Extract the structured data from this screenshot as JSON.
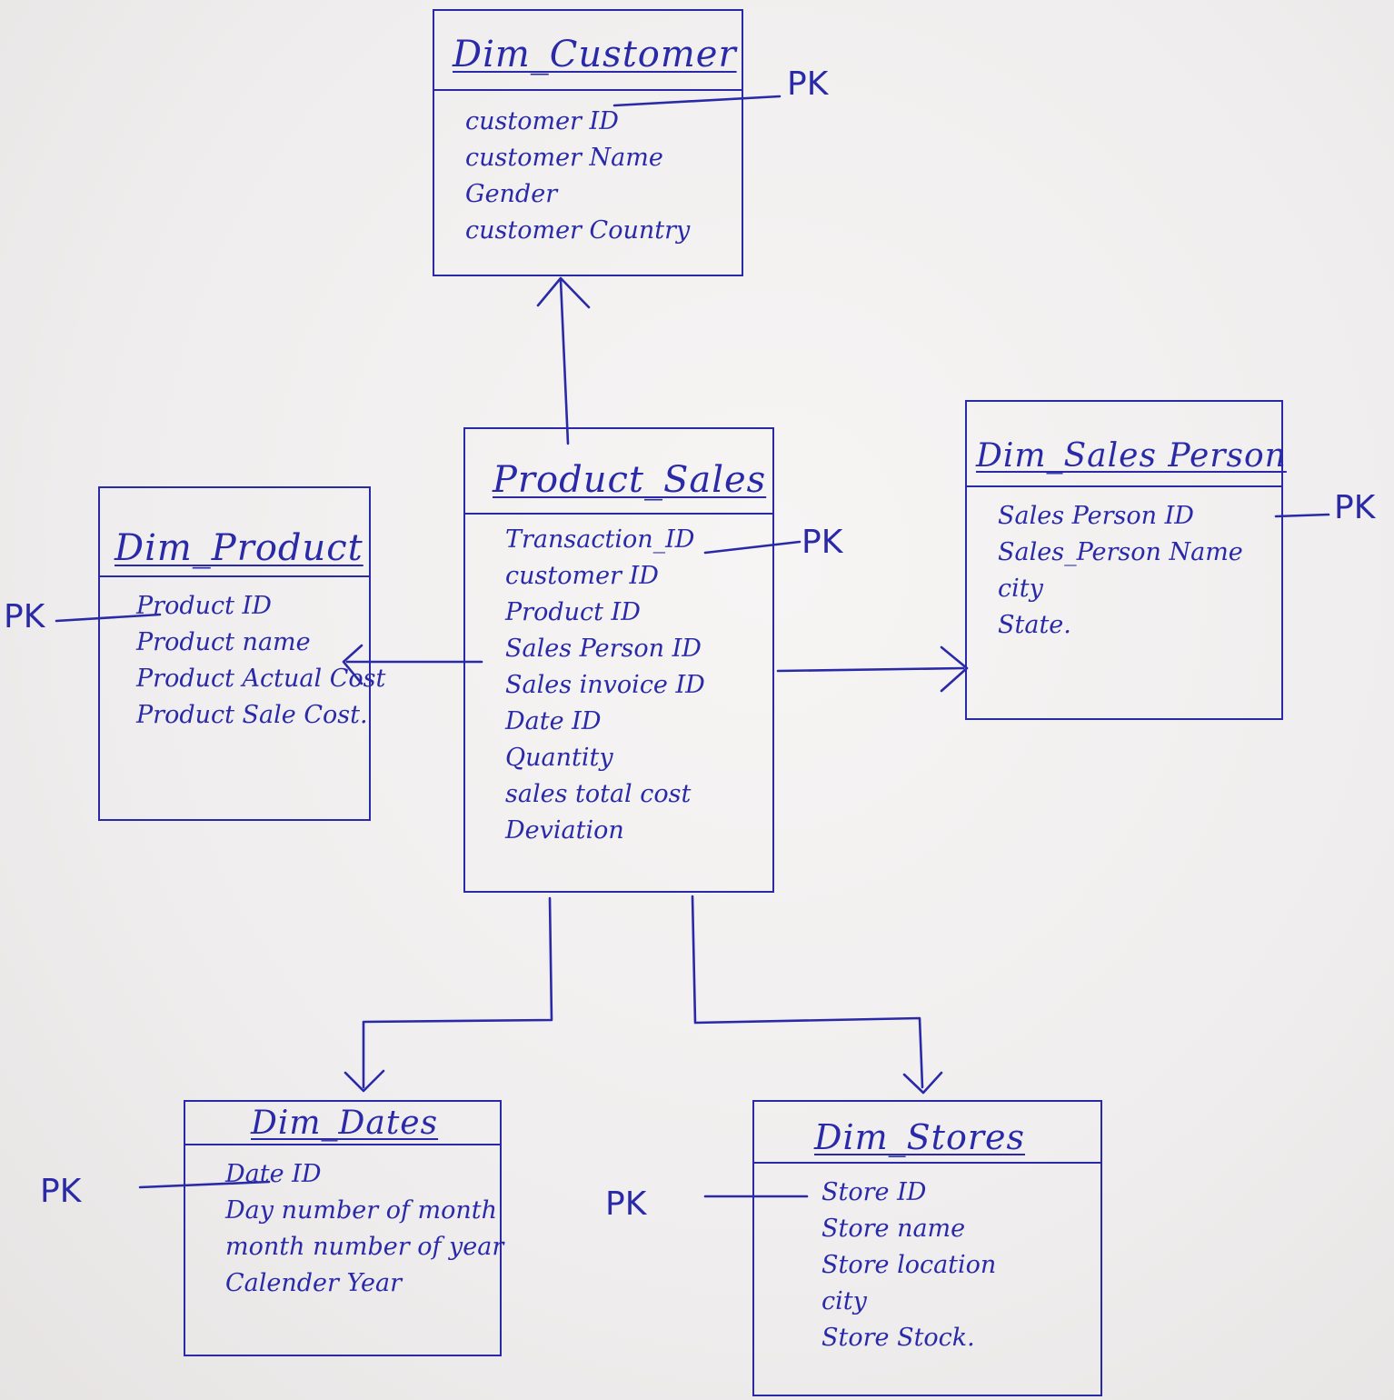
{
  "colors": {
    "ink": "#2a2aa8",
    "paper": "#f1efef"
  },
  "entities": {
    "customer": {
      "title": "Dim_Customer",
      "attributes": [
        "customer ID",
        "customer Name",
        "Gender",
        "customer Country"
      ]
    },
    "sales": {
      "title": "Product_Sales",
      "attributes": [
        "Transaction_ID",
        "customer ID",
        "Product ID",
        "Sales Person ID",
        "Sales invoice ID",
        "Date ID",
        "Quantity",
        "sales total cost",
        "Deviation"
      ]
    },
    "product": {
      "title": "Dim_Product",
      "attributes": [
        "Product ID",
        "Product name",
        "Product Actual Cost",
        "Product Sale Cost."
      ]
    },
    "person": {
      "title": "Dim_Sales Person",
      "attributes": [
        "Sales Person ID",
        "Sales_Person Name",
        "city",
        "State."
      ]
    },
    "dates": {
      "title": "Dim_Dates",
      "attributes": [
        "Date ID",
        "Day number of month",
        "month number of year",
        "Calender Year"
      ]
    },
    "stores": {
      "title": "Dim_Stores",
      "attributes": [
        "Store ID",
        "Store name",
        "Store location",
        "city",
        "Store Stock."
      ]
    }
  },
  "pk_label": "PK"
}
